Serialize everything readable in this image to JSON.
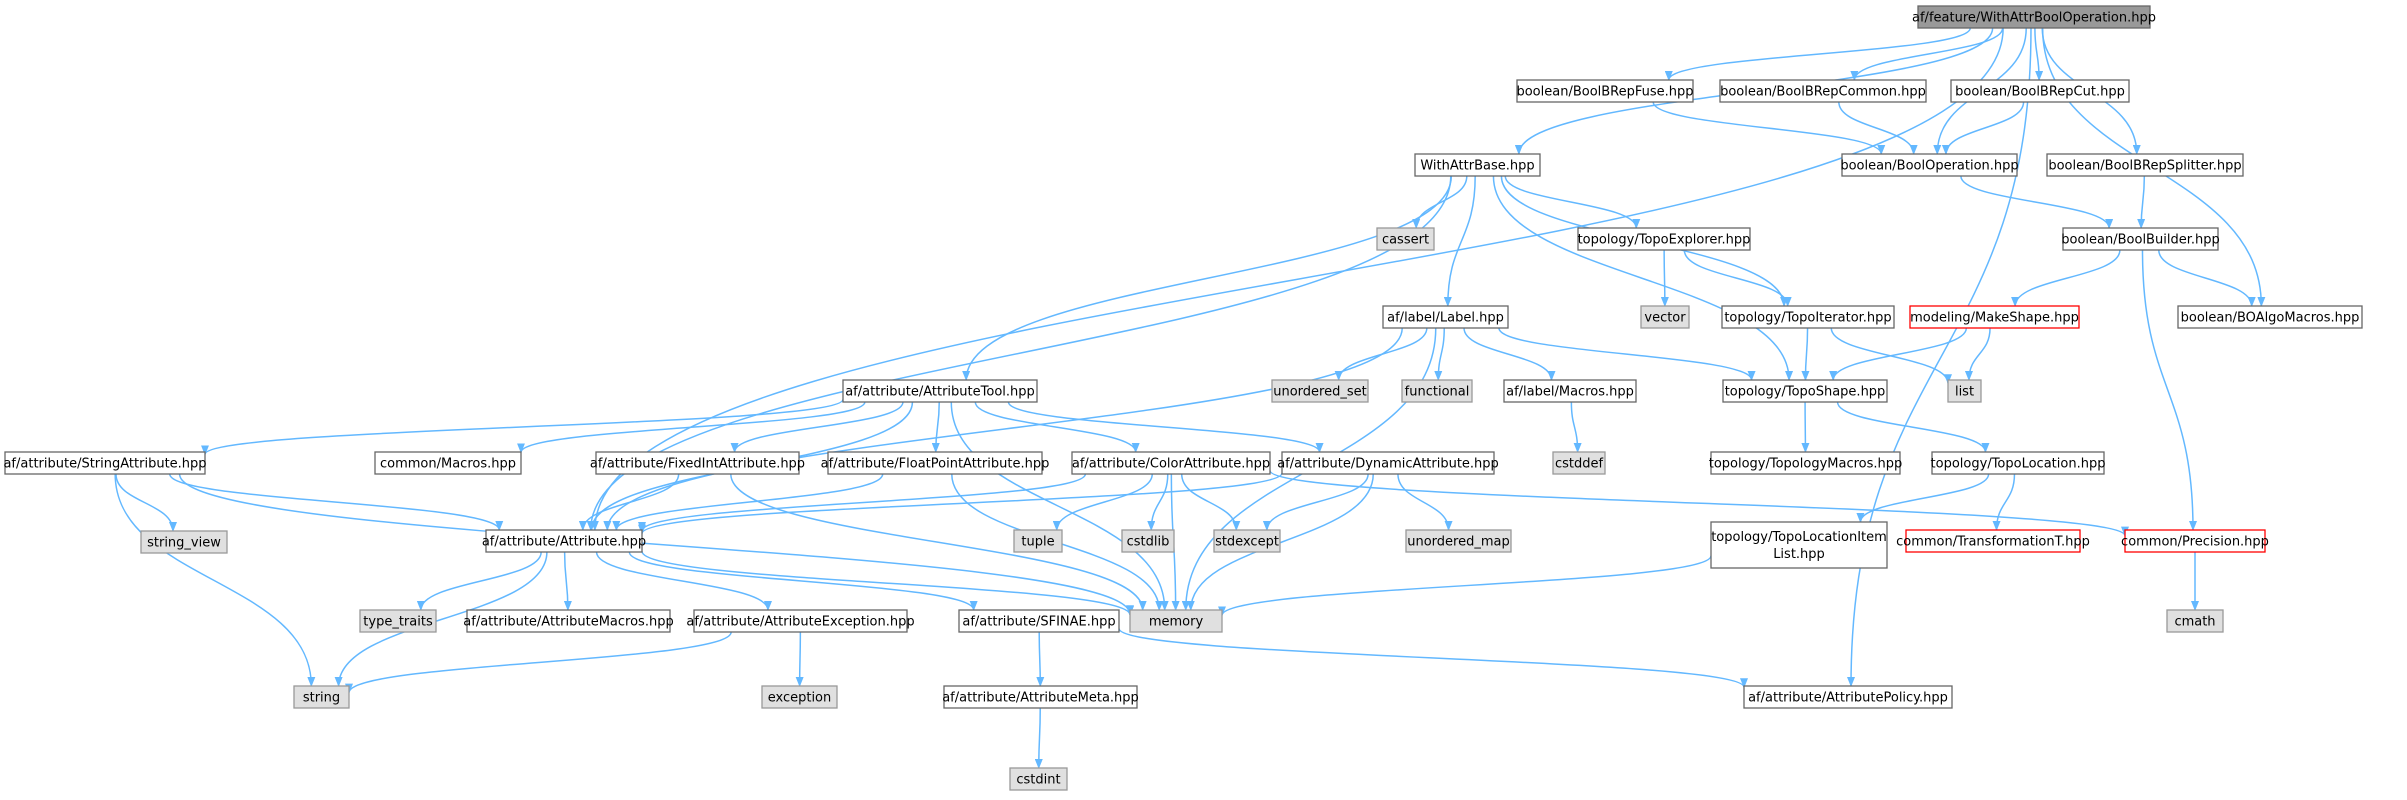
{
  "colors": {
    "edge": "#63b8ff",
    "node_border": "#666666",
    "root_fill": "#999999",
    "external_fill": "#e0e0e0",
    "highlight_border": "#ff0000"
  },
  "nodes": [
    {
      "id": "root",
      "label": "af/feature/WithAttrBoolOperation.hpp",
      "kind": "root"
    },
    {
      "id": "fuse",
      "label": "boolean/BoolBRepFuse.hpp",
      "kind": "regular"
    },
    {
      "id": "common",
      "label": "boolean/BoolBRepCommon.hpp",
      "kind": "regular"
    },
    {
      "id": "cut",
      "label": "boolean/BoolBRepCut.hpp",
      "kind": "regular"
    },
    {
      "id": "withattrbase",
      "label": "WithAttrBase.hpp",
      "kind": "regular"
    },
    {
      "id": "booloperation",
      "label": "boolean/BoolOperation.hpp",
      "kind": "regular"
    },
    {
      "id": "splitter",
      "label": "boolean/BoolBRepSplitter.hpp",
      "kind": "regular"
    },
    {
      "id": "cassert",
      "label": "cassert",
      "kind": "external"
    },
    {
      "id": "topoexplorer",
      "label": "topology/TopoExplorer.hpp",
      "kind": "regular"
    },
    {
      "id": "boolbuilder",
      "label": "boolean/BoolBuilder.hpp",
      "kind": "regular"
    },
    {
      "id": "vector",
      "label": "vector",
      "kind": "external"
    },
    {
      "id": "label",
      "label": "af/label/Label.hpp",
      "kind": "regular"
    },
    {
      "id": "topoiterator",
      "label": "topology/TopoIterator.hpp",
      "kind": "regular"
    },
    {
      "id": "makeshape",
      "label": "modeling/MakeShape.hpp",
      "kind": "highlighted"
    },
    {
      "id": "boalgomacros",
      "label": "boolean/BOAlgoMacros.hpp",
      "kind": "regular"
    },
    {
      "id": "attributetool",
      "label": "af/attribute/AttributeTool.hpp",
      "kind": "regular"
    },
    {
      "id": "unordered_set",
      "label": "unordered_set",
      "kind": "external"
    },
    {
      "id": "functional",
      "label": "functional",
      "kind": "external"
    },
    {
      "id": "labelmacros",
      "label": "af/label/Macros.hpp",
      "kind": "regular"
    },
    {
      "id": "toposhape",
      "label": "topology/TopoShape.hpp",
      "kind": "regular"
    },
    {
      "id": "list",
      "label": "list",
      "kind": "external"
    },
    {
      "id": "cstddef",
      "label": "cstddef",
      "kind": "external"
    },
    {
      "id": "stringattribute",
      "label": "af/attribute/StringAttribute.hpp",
      "kind": "regular"
    },
    {
      "id": "commonmacros",
      "label": "common/Macros.hpp",
      "kind": "regular"
    },
    {
      "id": "fixedint",
      "label": "af/attribute/FixedIntAttribute.hpp",
      "kind": "regular"
    },
    {
      "id": "floatpoint",
      "label": "af/attribute/FloatPointAttribute.hpp",
      "kind": "regular"
    },
    {
      "id": "colorattribute",
      "label": "af/attribute/ColorAttribute.hpp",
      "kind": "regular"
    },
    {
      "id": "dynamicattribute",
      "label": "af/attribute/DynamicAttribute.hpp",
      "kind": "regular"
    },
    {
      "id": "topologymacros",
      "label": "topology/TopologyMacros.hpp",
      "kind": "regular"
    },
    {
      "id": "topolocation",
      "label": "topology/TopoLocation.hpp",
      "kind": "regular"
    },
    {
      "id": "string_view",
      "label": "string_view",
      "kind": "external"
    },
    {
      "id": "attribute",
      "label": "af/attribute/Attribute.hpp",
      "kind": "regular"
    },
    {
      "id": "tuple",
      "label": "tuple",
      "kind": "external"
    },
    {
      "id": "cstdlib",
      "label": "cstdlib",
      "kind": "external"
    },
    {
      "id": "stdexcept",
      "label": "stdexcept",
      "kind": "external"
    },
    {
      "id": "unordered_map",
      "label": "unordered_map",
      "kind": "external"
    },
    {
      "id": "topolocationitemlist",
      "label": "topology/TopoLocationItem\nList.hpp",
      "kind": "regular"
    },
    {
      "id": "transformation",
      "label": "common/TransformationT.hpp",
      "kind": "highlighted"
    },
    {
      "id": "precision",
      "label": "common/Precision.hpp",
      "kind": "highlighted"
    },
    {
      "id": "type_traits",
      "label": "type_traits",
      "kind": "external"
    },
    {
      "id": "attributemacros",
      "label": "af/attribute/AttributeMacros.hpp",
      "kind": "regular"
    },
    {
      "id": "attributeexception",
      "label": "af/attribute/AttributeException.hpp",
      "kind": "regular"
    },
    {
      "id": "sfinae",
      "label": "af/attribute/SFINAE.hpp",
      "kind": "regular"
    },
    {
      "id": "memory",
      "label": "memory",
      "kind": "external"
    },
    {
      "id": "cmath",
      "label": "cmath",
      "kind": "external"
    },
    {
      "id": "string",
      "label": "string",
      "kind": "external"
    },
    {
      "id": "exception",
      "label": "exception",
      "kind": "external"
    },
    {
      "id": "attributemeta",
      "label": "af/attribute/AttributeMeta.hpp",
      "kind": "regular"
    },
    {
      "id": "attributepolicy",
      "label": "af/attribute/AttributePolicy.hpp",
      "kind": "regular"
    },
    {
      "id": "cstdint",
      "label": "cstdint",
      "kind": "external"
    }
  ],
  "edges": [
    [
      "root",
      "fuse"
    ],
    [
      "root",
      "common"
    ],
    [
      "root",
      "cut"
    ],
    [
      "root",
      "withattrbase"
    ],
    [
      "root",
      "booloperation"
    ],
    [
      "root",
      "splitter"
    ],
    [
      "root",
      "boalgomacros"
    ],
    [
      "root",
      "attribute"
    ],
    [
      "root",
      "attributepolicy"
    ],
    [
      "fuse",
      "booloperation"
    ],
    [
      "common",
      "booloperation"
    ],
    [
      "cut",
      "booloperation"
    ],
    [
      "booloperation",
      "boolbuilder"
    ],
    [
      "splitter",
      "boolbuilder"
    ],
    [
      "boolbuilder",
      "makeshape"
    ],
    [
      "boolbuilder",
      "boalgomacros"
    ],
    [
      "boolbuilder",
      "precision"
    ],
    [
      "withattrbase",
      "cassert"
    ],
    [
      "withattrbase",
      "topoexplorer"
    ],
    [
      "withattrbase",
      "topoiterator"
    ],
    [
      "withattrbase",
      "label"
    ],
    [
      "withattrbase",
      "attributetool"
    ],
    [
      "withattrbase",
      "toposhape"
    ],
    [
      "withattrbase",
      "attribute"
    ],
    [
      "topoexplorer",
      "vector"
    ],
    [
      "topoexplorer",
      "topoiterator"
    ],
    [
      "topoiterator",
      "toposhape"
    ],
    [
      "topoiterator",
      "list"
    ],
    [
      "makeshape",
      "toposhape"
    ],
    [
      "makeshape",
      "list"
    ],
    [
      "label",
      "unordered_set"
    ],
    [
      "label",
      "functional"
    ],
    [
      "label",
      "labelmacros"
    ],
    [
      "label",
      "toposhape"
    ],
    [
      "label",
      "attribute"
    ],
    [
      "label",
      "memory"
    ],
    [
      "labelmacros",
      "cstddef"
    ],
    [
      "toposhape",
      "topologymacros"
    ],
    [
      "toposhape",
      "topolocation"
    ],
    [
      "topolocation",
      "transformation"
    ],
    [
      "topolocation",
      "topolocationitemlist"
    ],
    [
      "topolocationitemlist",
      "memory"
    ],
    [
      "attributetool",
      "stringattribute"
    ],
    [
      "attributetool",
      "commonmacros"
    ],
    [
      "attributetool",
      "fixedint"
    ],
    [
      "attributetool",
      "floatpoint"
    ],
    [
      "attributetool",
      "colorattribute"
    ],
    [
      "attributetool",
      "dynamicattribute"
    ],
    [
      "attributetool",
      "attribute"
    ],
    [
      "attributetool",
      "memory"
    ],
    [
      "stringattribute",
      "string_view"
    ],
    [
      "stringattribute",
      "string"
    ],
    [
      "stringattribute",
      "attribute"
    ],
    [
      "stringattribute",
      "memory"
    ],
    [
      "fixedint",
      "attribute"
    ],
    [
      "fixedint",
      "memory"
    ],
    [
      "floatpoint",
      "attribute"
    ],
    [
      "floatpoint",
      "memory"
    ],
    [
      "colorattribute",
      "attribute"
    ],
    [
      "colorattribute",
      "tuple"
    ],
    [
      "colorattribute",
      "cstdlib"
    ],
    [
      "colorattribute",
      "stdexcept"
    ],
    [
      "colorattribute",
      "memory"
    ],
    [
      "colorattribute",
      "precision"
    ],
    [
      "dynamicattribute",
      "attribute"
    ],
    [
      "dynamicattribute",
      "stdexcept"
    ],
    [
      "dynamicattribute",
      "unordered_map"
    ],
    [
      "dynamicattribute",
      "memory"
    ],
    [
      "attribute",
      "type_traits"
    ],
    [
      "attribute",
      "attributemacros"
    ],
    [
      "attribute",
      "attributeexception"
    ],
    [
      "attribute",
      "sfinae"
    ],
    [
      "attribute",
      "memory"
    ],
    [
      "attribute",
      "string"
    ],
    [
      "attributeexception",
      "string"
    ],
    [
      "attributeexception",
      "exception"
    ],
    [
      "sfinae",
      "attributemeta"
    ],
    [
      "sfinae",
      "attributepolicy"
    ],
    [
      "attributemeta",
      "cstdint"
    ],
    [
      "precision",
      "cmath"
    ]
  ]
}
